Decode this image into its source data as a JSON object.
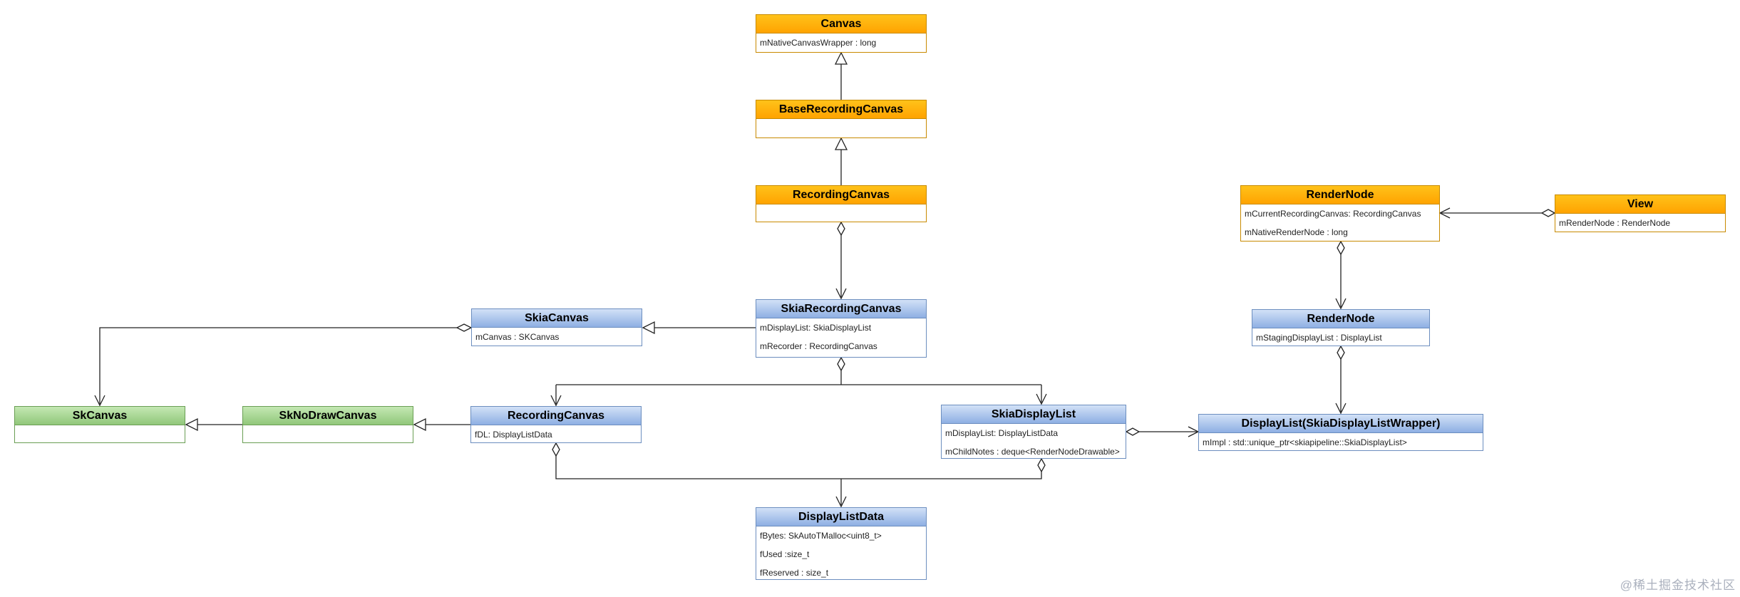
{
  "classes": {
    "canvas": {
      "name": "Canvas",
      "attrs": [
        "mNativeCanvasWrapper : long"
      ]
    },
    "base_recording_canvas": {
      "name": "BaseRecordingCanvas",
      "attrs": []
    },
    "recording_canvas_top": {
      "name": "RecordingCanvas",
      "attrs": []
    },
    "skia_recording_canvas": {
      "name": "SkiaRecordingCanvas",
      "attrs": [
        "mDisplayList: SkiaDisplayList",
        "mRecorder : RecordingCanvas"
      ]
    },
    "skia_canvas": {
      "name": "SkiaCanvas",
      "attrs": [
        "mCanvas : SKCanvas"
      ]
    },
    "sk_canvas": {
      "name": "SkCanvas",
      "attrs": []
    },
    "sk_no_draw_canvas": {
      "name": "SkNoDrawCanvas",
      "attrs": []
    },
    "recording_canvas_mid": {
      "name": "RecordingCanvas",
      "attrs": [
        "fDL: DisplayListData"
      ]
    },
    "skia_display_list": {
      "name": "SkiaDisplayList",
      "attrs": [
        "mDisplayList: DisplayListData",
        "mChildNotes : deque<RenderNodeDrawable>"
      ]
    },
    "display_list_data": {
      "name": "DisplayListData",
      "attrs": [
        "fBytes: SkAutoTMalloc<uint8_t>",
        "fUsed :size_t",
        "fReserved : size_t"
      ]
    },
    "render_node_java": {
      "name": "RenderNode",
      "attrs": [
        "mCurrentRecordingCanvas: RecordingCanvas",
        "mNativeRenderNode : long"
      ]
    },
    "view": {
      "name": "View",
      "attrs": [
        "mRenderNode : RenderNode"
      ]
    },
    "render_node_native": {
      "name": "RenderNode",
      "attrs": [
        "mStagingDisplayList : DisplayList"
      ]
    },
    "display_list_wrapper": {
      "name": "DisplayList(SkiaDisplayListWrapper)",
      "attrs": [
        "mImpl : std::unique_ptr<skiapipeline::SkiaDisplayList>"
      ]
    }
  },
  "watermark": "@稀土掘金技术社区"
}
